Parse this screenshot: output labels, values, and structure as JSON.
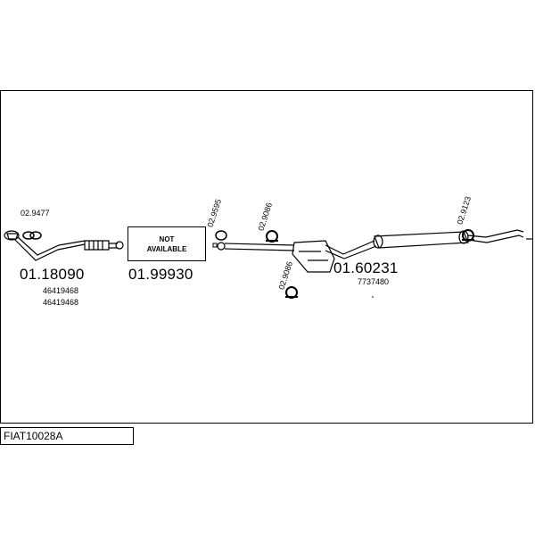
{
  "diagram": {
    "model_code": "FIAT10028A",
    "not_available": "NOT\nAVAILABLE",
    "parts": {
      "front_pipe": {
        "code": "01.18090",
        "oem1": "46419468",
        "oem2": "46419468"
      },
      "middle": {
        "code": "01.99930"
      },
      "rear": {
        "code": "01.60231",
        "oem1": "7737480"
      }
    },
    "small_parts": {
      "gasket_front": "02.9477",
      "gasket_ring": "02.9595",
      "hanger_1": "02.9086",
      "hanger_2": "02.9086",
      "hanger_rear": "02.9123"
    }
  }
}
